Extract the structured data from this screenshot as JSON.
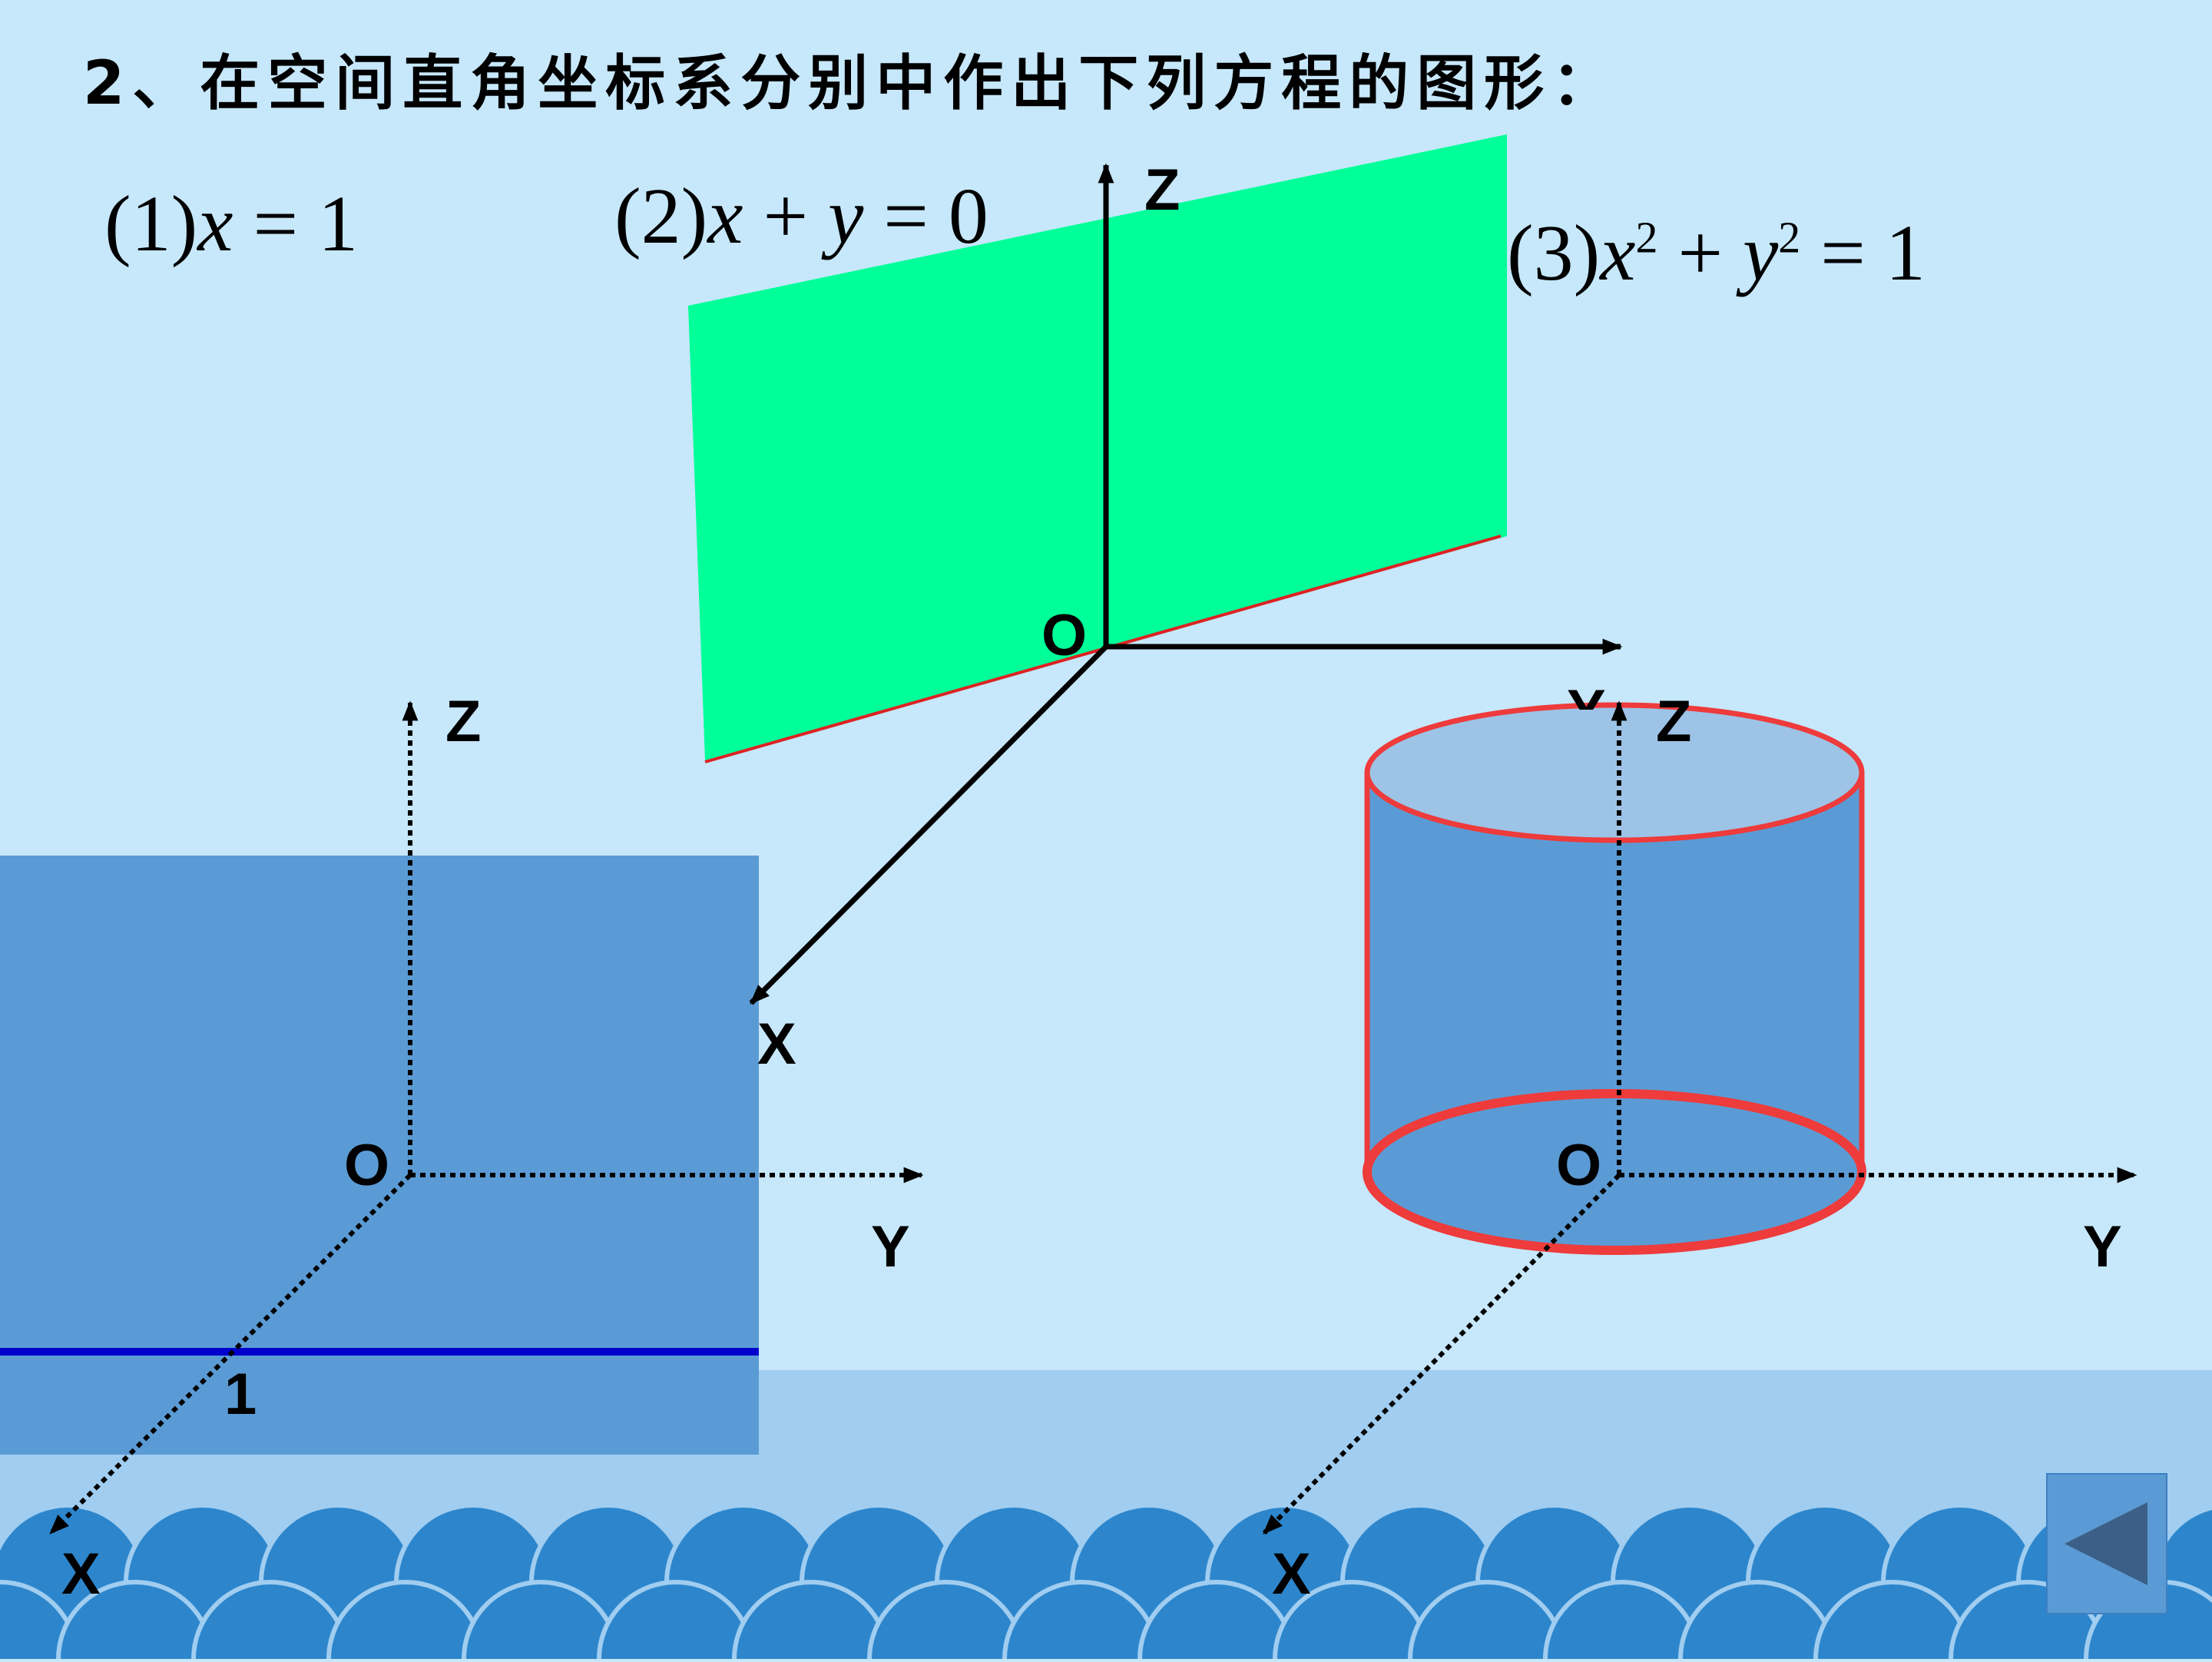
{
  "title": "2、在空间直角坐标系分别中作出下列方程的图形：",
  "equations": {
    "eq1": {
      "num": "(1)",
      "lhs": "x",
      "rhs": " = 1"
    },
    "eq2": {
      "num": "(2)",
      "x": "x",
      "plus": " + ",
      "y": "y",
      "rhs": " = 0"
    },
    "eq3": {
      "num": "(3)",
      "x": "x",
      "exp1": "2",
      "plus": " + ",
      "y": "y",
      "exp2": "2",
      "rhs": " = 1"
    }
  },
  "figure1": {
    "z": "Z",
    "o": "O",
    "y": "Y",
    "x": "X",
    "one": "1"
  },
  "figure2": {
    "z": "Z",
    "o": "O",
    "y": "Y",
    "x": "X"
  },
  "figure3": {
    "z": "Z",
    "o": "O",
    "y": "Y",
    "x": "X"
  },
  "colors": {
    "background": "#c7e7fa",
    "band": "#a0cdf0",
    "waves": "#2d86cc",
    "plane_x1": "#5b9bd5",
    "line_x1": "#0000cc",
    "plane_xy0": "#00ff99",
    "cylinder_fill": "#5b9bd5",
    "cylinder_top": "#9dc3e6",
    "cylinder_edge": "#ee3b3b"
  },
  "navigation": {
    "back_icon": "triangle-left-icon"
  }
}
